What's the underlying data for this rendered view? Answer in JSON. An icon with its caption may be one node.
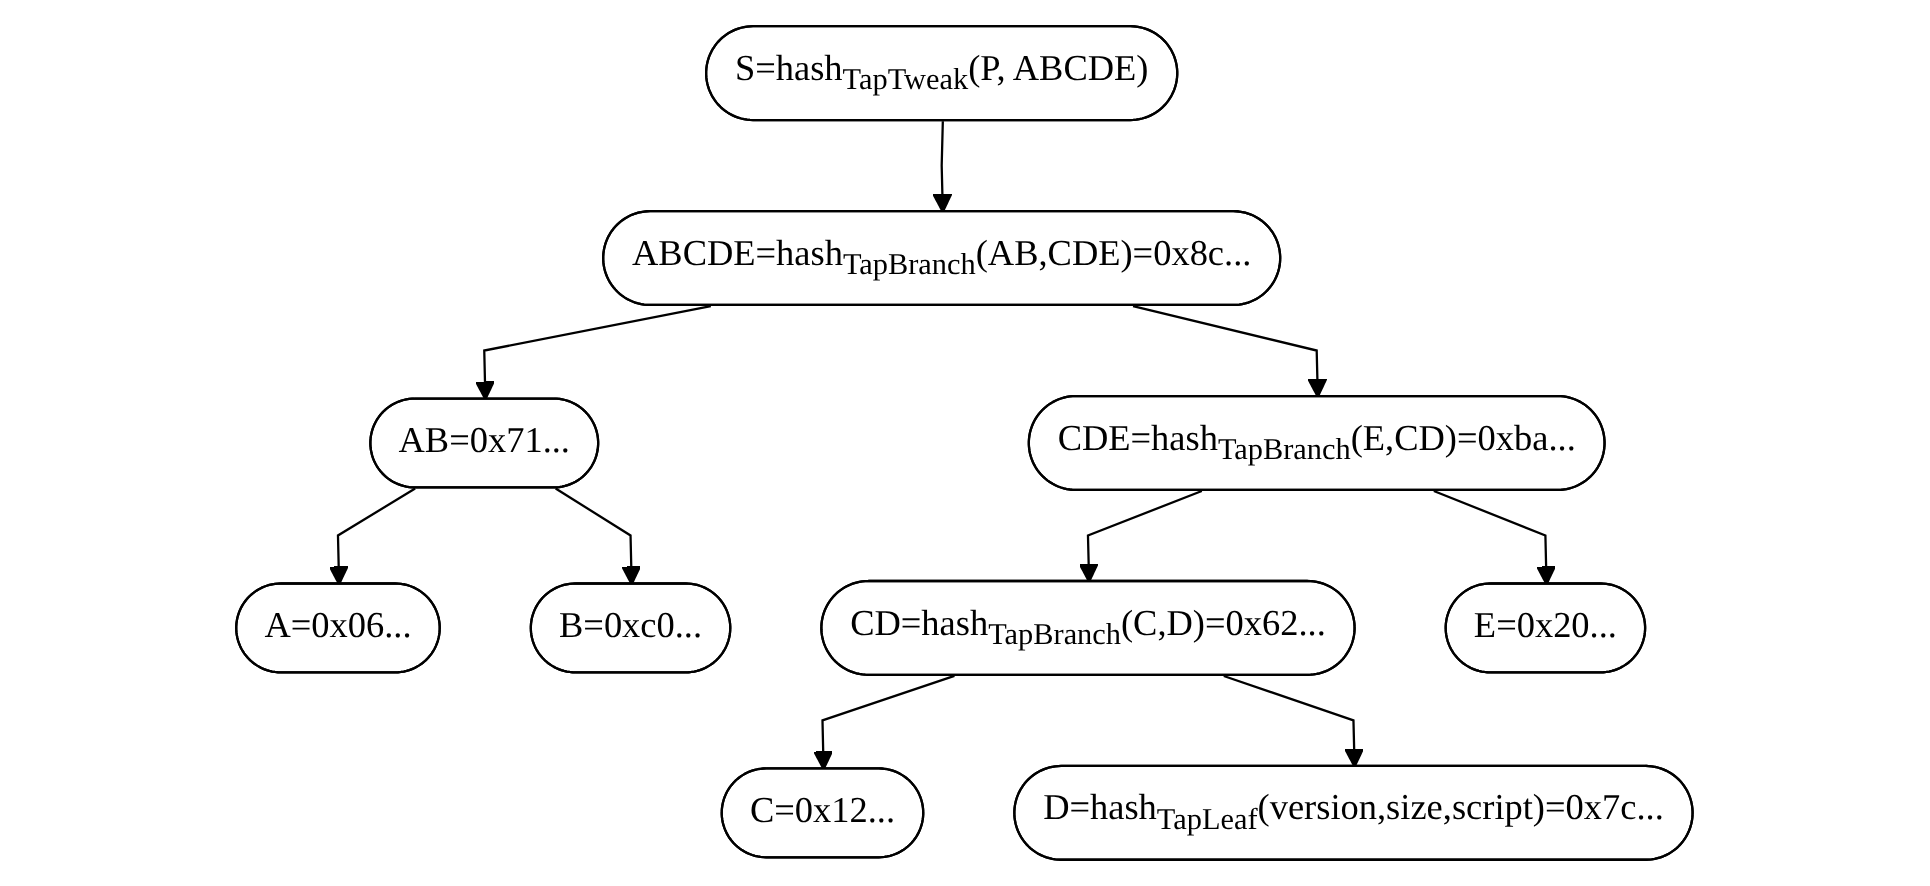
{
  "diagram": {
    "nodes": [
      {
        "text": [
          "S=hash$_{TapTweak}$(P, ABCDE)"
        ]
      },
      {
        "text": [
          "ABCDE=hash$_{TapBranch}$(AB,CDE)=0x8c..."
        ]
      },
      {
        "text": [
          "AB=0x71..."
        ]
      },
      {
        "text": [
          "CDE=hash$_{TapBranch}$(E,CD)=0xba..."
        ]
      },
      {
        "text": [
          "A=0x06..."
        ]
      },
      {
        "text": [
          "B=0xc0..."
        ]
      },
      {
        "text": [
          "CD=hash$_{TapBranch}$(C,D)=0x62..."
        ]
      },
      {
        "text": [
          "E=0x20..."
        ]
      },
      {
        "text": [
          "C=0x12..."
        ]
      },
      {
        "text": [
          "D=hash$_{TapLeaf}$(version,size,script)=0x7c..."
        ]
      }
    ],
    "edges": [
      {
        "from": 0,
        "to": 1,
        "arrow": "to"
      },
      {
        "from": 1,
        "to": 2,
        "arrow": "to"
      },
      {
        "from": 1,
        "to": 3,
        "arrow": "to"
      },
      {
        "from": 2,
        "to": 4,
        "arrow": "to"
      },
      {
        "from": 2,
        "to": 5,
        "arrow": "to"
      },
      {
        "from": 3,
        "to": 6,
        "arrow": "to"
      },
      {
        "from": 3,
        "to": 7,
        "arrow": "to"
      },
      {
        "from": 6,
        "to": 8,
        "arrow": "to"
      },
      {
        "from": 6,
        "to": 9,
        "arrow": "to"
      }
    ]
  }
}
